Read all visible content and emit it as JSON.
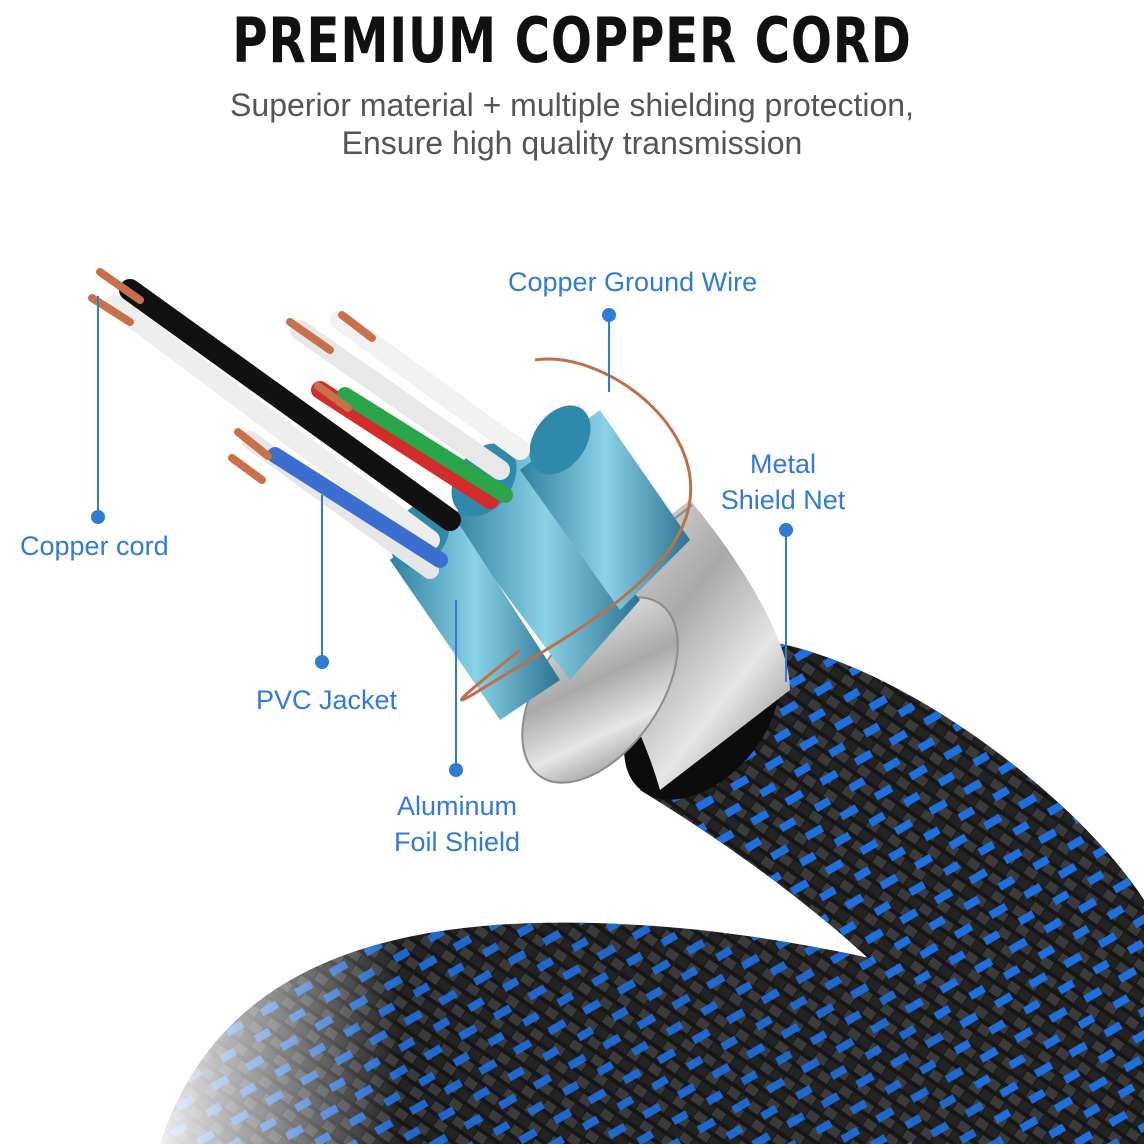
{
  "header": {
    "title": "PREMIUM COPPER CORD",
    "subtitle_line1": "Superior material + multiple shielding protection,",
    "subtitle_line2": "Ensure high quality transmission"
  },
  "callouts": {
    "copper_ground_wire": "Copper Ground Wire",
    "metal_shield_net_line1": "Metal",
    "metal_shield_net_line2": "Shield Net",
    "copper_cord": "Copper cord",
    "pvc_jacket": "PVC Jacket",
    "aluminum_foil_shield_line1": "Aluminum",
    "aluminum_foil_shield_line2": "Foil Shield"
  },
  "colors": {
    "label_blue": "#2f7bd6",
    "braid_blue": "#1e6fe0",
    "braid_black": "#141414",
    "foil_teal": "#4fa9c8",
    "copper": "#c8704a"
  }
}
